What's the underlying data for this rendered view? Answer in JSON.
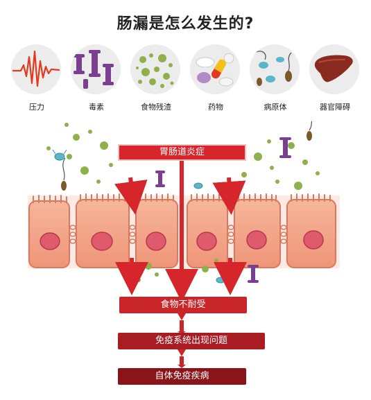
{
  "title": "肠漏是怎么发生的?",
  "causes": [
    {
      "label": "压力",
      "icon": "stress-wave-icon"
    },
    {
      "label": "毒素",
      "icon": "toxin-molecules-icon"
    },
    {
      "label": "食物残渣",
      "icon": "food-residue-icon"
    },
    {
      "label": "药物",
      "icon": "pills-icon"
    },
    {
      "label": "病原体",
      "icon": "pathogen-icon"
    },
    {
      "label": "器官障碍",
      "icon": "liver-icon"
    }
  ],
  "flow": {
    "top": "胃肠道炎症",
    "step1": "食物不耐受",
    "step2": "免疫系统出现问题",
    "step3": "自体免疫疾病"
  },
  "colors": {
    "arrow_red": "#d6262b",
    "cell_fill": "#f4a488",
    "nucleus": "#e05a6e",
    "toxin_purple": "#7b3f8f",
    "food_green": "#8fb04a",
    "bacteria_teal": "#5bb6c9"
  }
}
